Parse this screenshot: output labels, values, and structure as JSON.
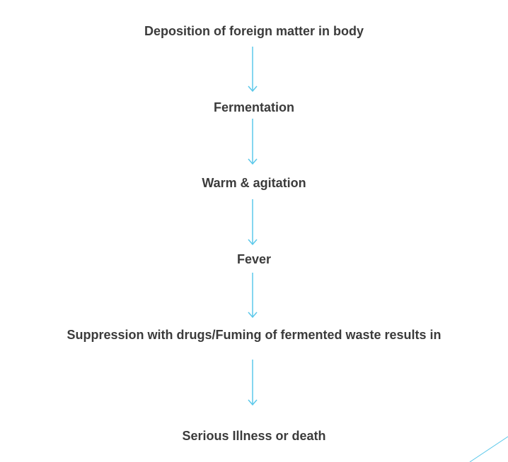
{
  "flow": {
    "steps": [
      "Deposition of foreign matter in body",
      "Fermentation",
      "Warm & agitation",
      "Fever",
      "Suppression with drugs/Fuming of fermented waste results in",
      "Serious Illness or death"
    ],
    "arrow_color": "#5bc8ea",
    "text_color": "#3b3b3b",
    "corner_line_color": "#5bc8ea"
  }
}
